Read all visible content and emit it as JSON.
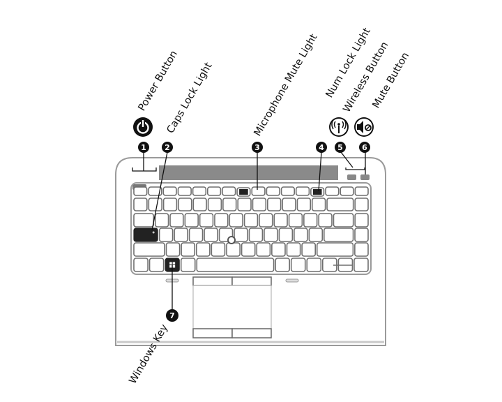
{
  "title": "Keyboard area lights and buttons",
  "callouts": [
    {
      "number": "1",
      "label": "Power Button",
      "icon": "power-icon"
    },
    {
      "number": "2",
      "label": "Caps Lock Light"
    },
    {
      "number": "3",
      "label": "Microphone Mute Light"
    },
    {
      "number": "4",
      "label": "Num Lock Light"
    },
    {
      "number": "5",
      "label": "Wireless Button",
      "icon": "wireless-icon"
    },
    {
      "number": "6",
      "label": "Mute Button",
      "icon": "speaker-mute-icon"
    },
    {
      "number": "7",
      "label": "Windows Key"
    }
  ],
  "colors": {
    "callout": "#111111",
    "outline": "#9a9a9a",
    "key_stroke": "#6e6e6e",
    "grille": "#8a8a8a"
  }
}
